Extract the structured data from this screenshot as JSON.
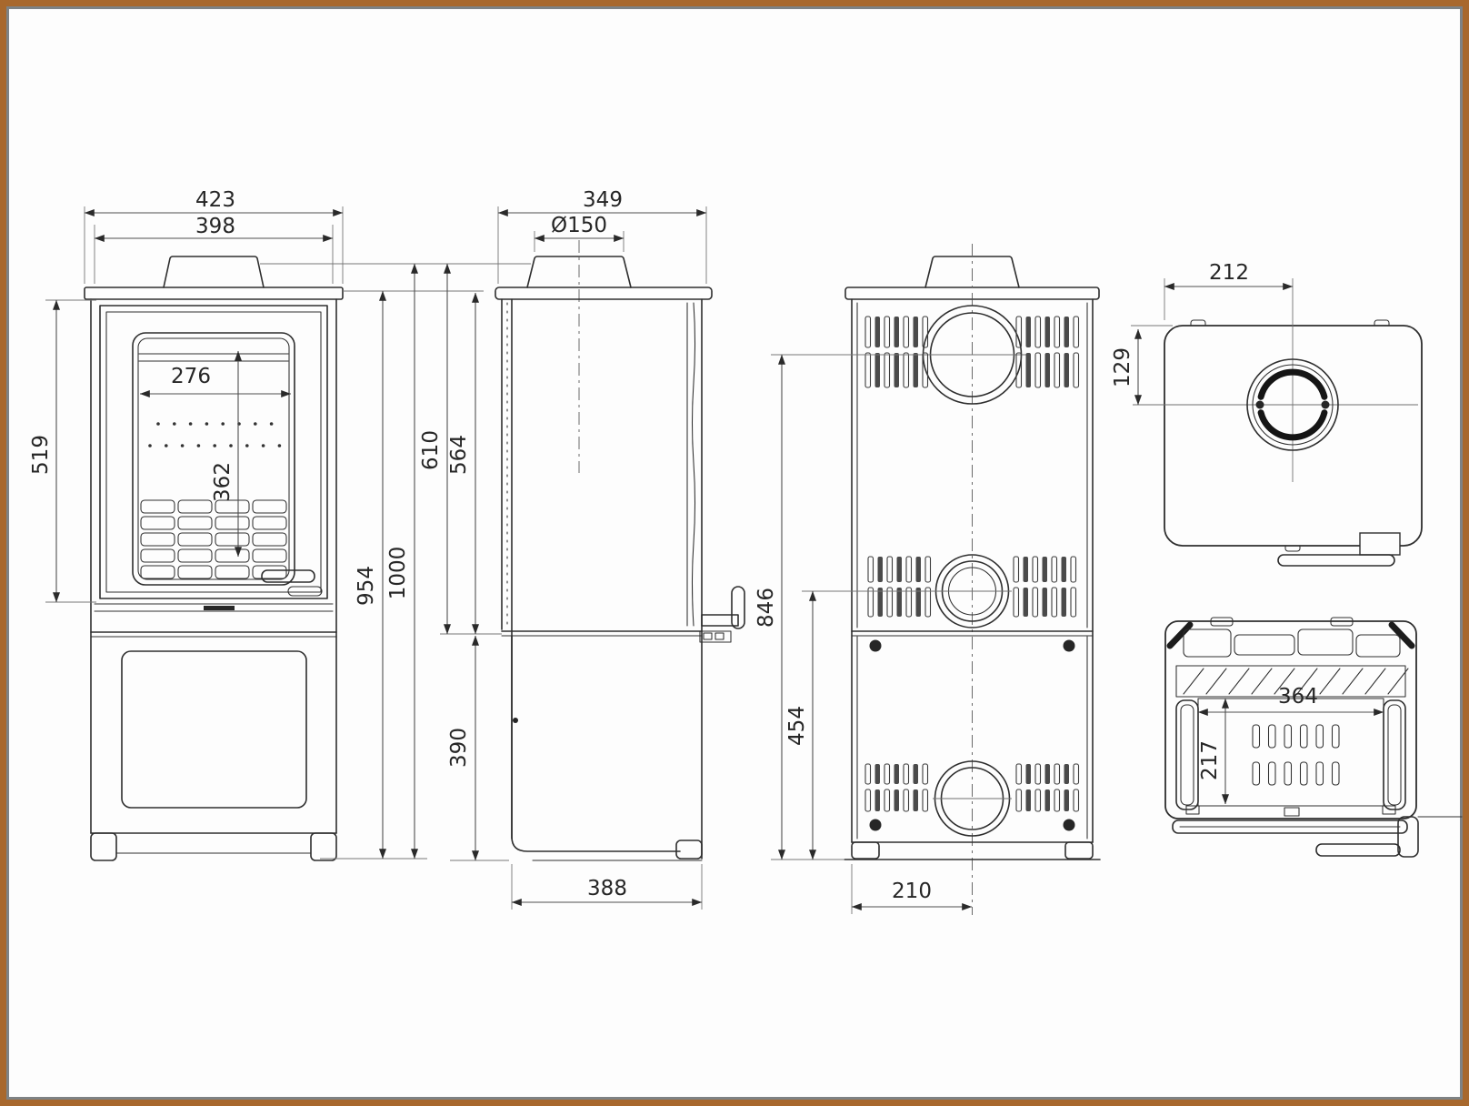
{
  "palette": {
    "frame_outer": "#a8682d",
    "frame_inner": "#7e8284",
    "background": "#fdfdfd",
    "line": "#2e2e2e",
    "dim": "#4f4f4f"
  },
  "dims": {
    "front": {
      "overall_width": "423",
      "top_width": "398",
      "glass_width": "276",
      "glass_height": "362",
      "door_height": "519",
      "body_height": "954",
      "overall_height": "1000"
    },
    "side": {
      "overall_depth": "349",
      "flue_diameter": "Ø150",
      "flue_top_to_base": "610",
      "firebox_height": "564",
      "base_height": "390",
      "base_depth": "388"
    },
    "rear": {
      "flue_centre_height": "846",
      "lower_outlet_height": "454",
      "outlet_offset": "210"
    },
    "top": {
      "flue_centre_from_side": "212",
      "flue_centre_from_front": "129"
    },
    "bottom": {
      "opening_width": "364",
      "opening_depth": "217"
    }
  }
}
